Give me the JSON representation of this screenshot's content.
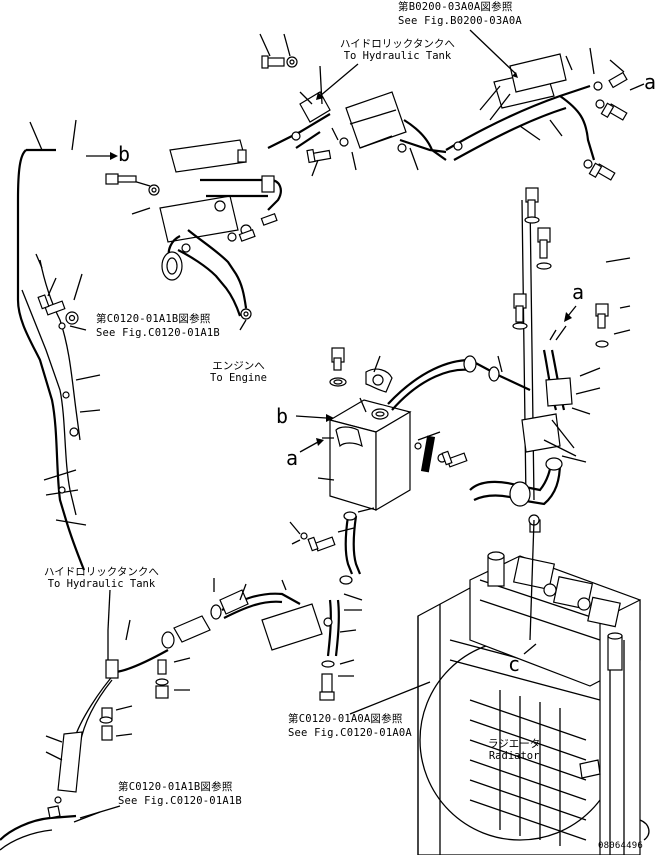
{
  "references": {
    "b0200_jp": "第B0200-03A0A図参照",
    "b0200_en": "See Fig.B0200-03A0A",
    "c0120_1_jp": "第C0120-01A1B図参照",
    "c0120_1_en": "See Fig.C0120-01A1B",
    "c0120_0_jp": "第C0120-01A0A図参照",
    "c0120_0_en": "See Fig.C0120-01A0A",
    "c0120_2_jp": "第C0120-01A1B図参照",
    "c0120_2_en": "See Fig.C0120-01A1B"
  },
  "destinations": {
    "hyd_top_jp": "ハイドロリックタンクへ",
    "hyd_top_en": "To Hydraulic Tank",
    "engine_jp": "エンジンへ",
    "engine_en": "To Engine",
    "hyd_left_jp": "ハイドロリックタンクへ",
    "hyd_left_en": "To Hydraulic Tank",
    "radiator_jp": "ラジエータ",
    "radiator_en": "Radiator"
  },
  "markers": {
    "a_top_right": "a",
    "b_top_left": "b",
    "b_tank": "b",
    "a_tank": "a",
    "a_mid_right": "a",
    "c_radiator": "c"
  },
  "drawing_number": "08064496"
}
